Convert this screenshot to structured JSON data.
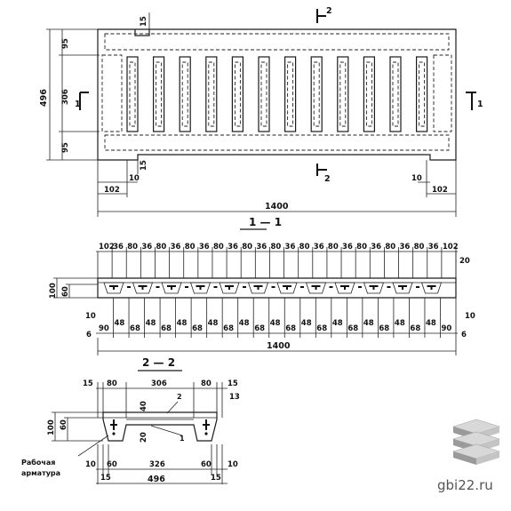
{
  "plan": {
    "width_total": "1400",
    "height_total": "496",
    "height_top": "95",
    "height_mid": "306",
    "height_bot": "95",
    "end_left": "102",
    "end_right": "102",
    "gap_left": "10",
    "gap_right": "10",
    "notch_top": "15",
    "notch_bottom": "15",
    "section_mark_1": "1",
    "section_mark_2": "2"
  },
  "section_1_1": {
    "title": "1 — 1",
    "top_dims": [
      "102",
      "36",
      "80",
      "36",
      "80",
      "36",
      "80",
      "36",
      "80",
      "36",
      "80",
      "36",
      "80",
      "36",
      "80",
      "36",
      "80",
      "36",
      "80",
      "36",
      "80",
      "36",
      "80",
      "36",
      "102"
    ],
    "bottom_dims": [
      "90",
      "48",
      "68",
      "48",
      "68",
      "48",
      "68",
      "48",
      "68",
      "48",
      "68",
      "48",
      "68",
      "48",
      "68",
      "48",
      "68",
      "48",
      "68",
      "48",
      "68",
      "48",
      "90"
    ],
    "height_100": "100",
    "height_60": "60",
    "right_20": "20",
    "left_10": "10",
    "left_6": "6",
    "right_10": "10",
    "right_6": "6",
    "total": "1400"
  },
  "section_2_2": {
    "title": "2 — 2",
    "top_dims": [
      "15",
      "80",
      "306",
      "80",
      "15"
    ],
    "right_13": "13",
    "dim_40": "40",
    "dim_20": "20",
    "height_100": "100",
    "height_60": "60",
    "bottom_dims": [
      "10",
      "60",
      "326",
      "60",
      "10"
    ],
    "bottom_15_left": "15",
    "bottom_15_right": "15",
    "total": "496",
    "mark_1": "1",
    "mark_2": "2",
    "rebar_label_line1": "Рабочая",
    "rebar_label_line2": "арматура"
  },
  "watermark": {
    "text": "gbi22.ru",
    "logo": "stacked-slabs-logo"
  }
}
